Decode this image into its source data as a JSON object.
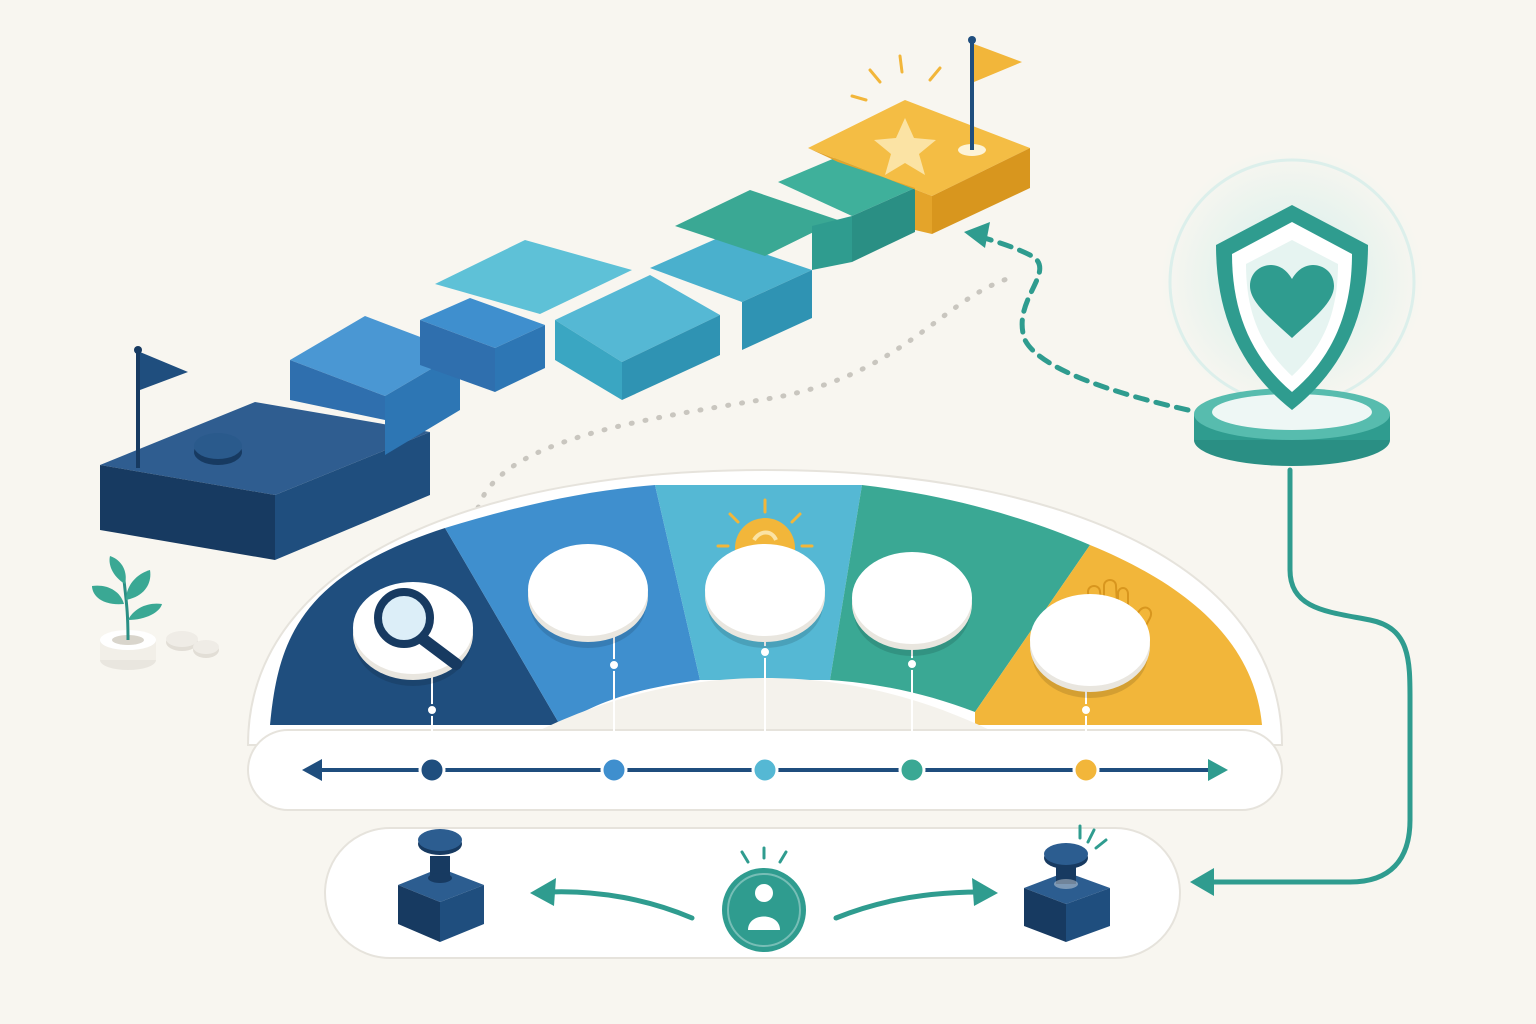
{
  "colors": {
    "background": "#f8f6f0",
    "navy": "#1f4e7e",
    "navy_dark": "#173a61",
    "blue": "#3f8fce",
    "cyan": "#55b8d4",
    "teal": "#3aa894",
    "teal_dark": "#2a8f84",
    "gold": "#f2b63a",
    "gold_dark": "#d8961e",
    "panel": "#ffffff",
    "panel_stroke": "#e4e1da",
    "connector": "#2f9c8f",
    "dots": "#c9c6bf"
  },
  "journey": {
    "start_flag_icon": "flag-icon",
    "goal_flag_icon": "flag-icon",
    "goal_star_icon": "star-icon",
    "pieces": [
      {
        "id": "piece-1",
        "color": "#1f4e7e"
      },
      {
        "id": "piece-2",
        "color": "#3f8fce"
      },
      {
        "id": "piece-3",
        "color": "#3f8fce"
      },
      {
        "id": "piece-4",
        "color": "#55b8d4"
      },
      {
        "id": "piece-5",
        "color": "#3aa894"
      },
      {
        "id": "piece-6",
        "color": "#3aa894"
      },
      {
        "id": "piece-7",
        "color": "#f2b63a"
      }
    ]
  },
  "shield": {
    "icon": "shield-heart-icon",
    "color": "#2f9c8f"
  },
  "stages": [
    {
      "icon": "magnifier-icon",
      "color": "#1f4e7e"
    },
    {
      "icon": "speech-bubble-icon",
      "color": "#3f8fce"
    },
    {
      "icon": "lightbulb-icon",
      "color": "#55b8d4"
    },
    {
      "icon": "blocks-board-icon",
      "color": "#3aa894"
    },
    {
      "icon": "raised-hand-icon",
      "color": "#f2b63a"
    }
  ],
  "timeline": {
    "arrow_left_icon": "arrow-left-icon",
    "arrow_right_icon": "arrow-right-icon"
  },
  "bottom": {
    "left_icon": "pedestal-block-icon",
    "center_icon": "person-icon",
    "right_icon": "pedestal-block-icon"
  },
  "decor": {
    "plant_icon": "plant-icon",
    "pebbles_icon": "pebbles-icon"
  }
}
